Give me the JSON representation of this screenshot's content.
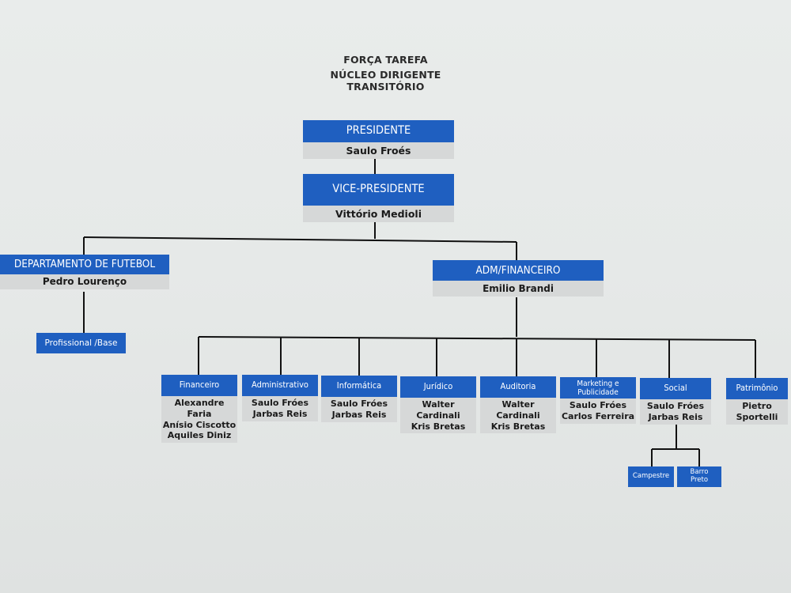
{
  "title": {
    "line1": "FORÇA TAREFA",
    "line2": "NÚCLEO DIRIGENTE TRANSITÓRIO"
  },
  "presidente": {
    "title": "PRESIDENTE",
    "name": "Saulo Froés"
  },
  "vice": {
    "title": "VICE-PRESIDENTE",
    "name": "Vittório Medioli"
  },
  "futebol": {
    "title": "DEPARTAMENTO DE FUTEBOL",
    "name": "Pedro Lourenço",
    "sub": "Profissional /Base"
  },
  "adm": {
    "title": "ADM/FINANCEIRO",
    "name": "Emilio Brandi"
  },
  "areas": [
    {
      "title": "Financeiro",
      "names": [
        "Alexandre Faria",
        "Anísio Ciscotto",
        "Aquiles Diniz"
      ]
    },
    {
      "title": "Administrativo",
      "names": [
        "Saulo Fróes",
        "Jarbas Reis"
      ]
    },
    {
      "title": "Informática",
      "names": [
        "Saulo Fróes",
        "Jarbas Reis"
      ]
    },
    {
      "title": "Jurídico",
      "names": [
        "Walter Cardinali",
        "Kris Bretas"
      ]
    },
    {
      "title": "Auditoria",
      "names": [
        "Walter Cardinali",
        "Kris Bretas"
      ]
    },
    {
      "title": "Marketing e Publicidade",
      "names": [
        "Saulo Fróes",
        "Carlos Ferreira"
      ]
    },
    {
      "title": "Social",
      "names": [
        "Saulo Fróes",
        "Jarbas Reis"
      ]
    },
    {
      "title": "Patrimônio",
      "names": [
        "Pietro",
        "Sportelli"
      ]
    }
  ],
  "social_units": [
    "Campestre",
    "Barro Preto"
  ],
  "colors": {
    "header_blue": "#1f5fc0",
    "name_gray": "#d6d8d8",
    "line": "#111111"
  }
}
